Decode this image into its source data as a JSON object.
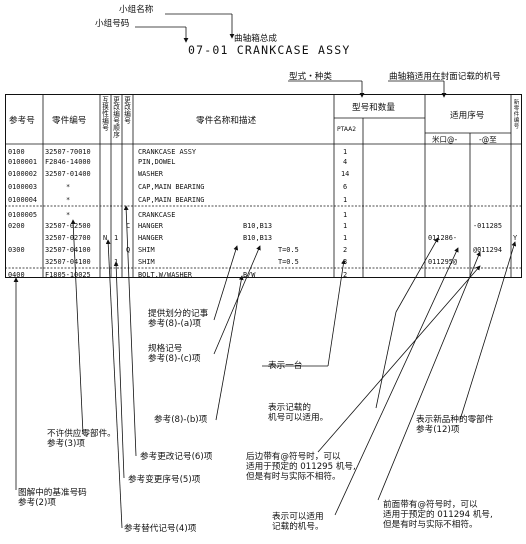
{
  "top_labels": {
    "group_name": "小组名称",
    "group_code": "小组号码",
    "assy_zh": "曲轴箱总成",
    "title": "07-01 CRANKCASE ASSY",
    "model_type": "型式・种类",
    "frame_note": "曲轴箱适用在封面记载的机号"
  },
  "table_header": {
    "ref_no": "参考号",
    "part_no": "零件编号",
    "interchange": "互换性编号",
    "change_no": "更改编号顺序",
    "change_code": "更改编号",
    "name_desc": "零件名称和描述",
    "model_qty": "型号和数量",
    "model_code": "PTAA2",
    "serial": "适用序号",
    "serial_from": "米口@-",
    "serial_to": "-@至",
    "new_frame": "新零件编号"
  },
  "rows": [
    {
      "ref": "0100",
      "part": "32507-70010",
      "intc": "",
      "chg": "",
      "code": "",
      "name": "CRANKCASE ASSY",
      "spec": "",
      "qty": "1",
      "from": "",
      "to": "",
      "mark": ""
    },
    {
      "ref": "0100001",
      "part": "F2846-14000",
      "intc": "",
      "chg": "",
      "code": "",
      "name": "PIN,DOWEL",
      "spec": "",
      "qty": "4",
      "from": "",
      "to": "",
      "mark": ""
    },
    {
      "ref": "0100002",
      "part": "32507-01400",
      "intc": "",
      "chg": "",
      "code": "",
      "name": "WASHER",
      "spec": "",
      "qty": "14",
      "from": "",
      "to": "",
      "mark": ""
    },
    {
      "ref": "0100003",
      "part": "*",
      "intc": "",
      "chg": "",
      "code": "",
      "name": "CAP,MAIN BEARING",
      "spec": "",
      "qty": "6",
      "from": "",
      "to": "",
      "mark": ""
    },
    {
      "ref": "0100004",
      "part": "*",
      "intc": "",
      "chg": "",
      "code": "",
      "name": "CAP,MAIN BEARING",
      "spec": "",
      "qty": "1",
      "from": "",
      "to": "",
      "mark": ""
    },
    {
      "ref": "0100005",
      "part": "*",
      "intc": "",
      "chg": "",
      "code": "",
      "name": "CRANKCASE",
      "spec": "",
      "qty": "1",
      "from": "",
      "to": "",
      "mark": ""
    },
    {
      "ref": "0200",
      "part": "32507-02500",
      "intc": "",
      "chg": "",
      "code": "C",
      "name": "HANGER",
      "spec": "B10,B13",
      "qty": "1",
      "from": "",
      "to": "-011285",
      "mark": ""
    },
    {
      "ref": "",
      "part": "32507-02700",
      "intc": "N",
      "chg": "1",
      "code": "",
      "name": "HANGER",
      "spec": "B10,B13",
      "qty": "1",
      "from": "011286-",
      "to": "",
      "mark": "Y"
    },
    {
      "ref": "0300",
      "part": "32507-04100",
      "intc": "",
      "chg": "",
      "code": "Q",
      "name": "SHIM",
      "spec": "T=0.5",
      "qty": "2",
      "from": "",
      "to": "@011294",
      "mark": ""
    },
    {
      "ref": "",
      "part": "32507-04100",
      "intc": "",
      "chg": "1",
      "code": "",
      "name": "SHIM",
      "spec": "T=0.5",
      "qty": "3",
      "from": "011295@",
      "to": "",
      "mark": ""
    },
    {
      "ref": "0400",
      "part": "F1805-10025",
      "intc": "",
      "chg": "",
      "code": "",
      "name": "BOLT,W/WASHER",
      "spec": "B/W",
      "qty": "2",
      "from": "",
      "to": "",
      "mark": ""
    }
  ],
  "annotations": {
    "a1_l1": "提供划分的记事",
    "a1_l2": "参考(8)-(a)项",
    "a2_l1": "规格记号",
    "a2_l2": "参考(8)-(c)项",
    "a3": "表示一台",
    "a4": "参考(8)-(b)项",
    "a5_l1": "表示记载的",
    "a5_l2": "机号可以适用。",
    "a6_l1": "表示新品种的零部件",
    "a6_l2": "参考(12)项",
    "a7_l1": "不许供应零部件。",
    "a7_l2": "参考(3)项",
    "a8": "参考更改记号(6)项",
    "a9_l1": "后边带有@符号时，可以",
    "a9_l2": "适用于预定的 011295 机号,",
    "a9_l3": "但是有时与实际不相符。",
    "a10": "参考变更序号(5)项",
    "a11_l1": "图解中的基准号码",
    "a11_l2": "参考(2)项",
    "a12_l1": "前面带有@符号时，可以",
    "a12_l2": "适用于预定的 011294 机号,",
    "a12_l3": "但是有时与实际不相符。",
    "a13_l1": "表示可以适用",
    "a13_l2": "记载的机号。",
    "a14": "参考替代记号(4)项"
  }
}
